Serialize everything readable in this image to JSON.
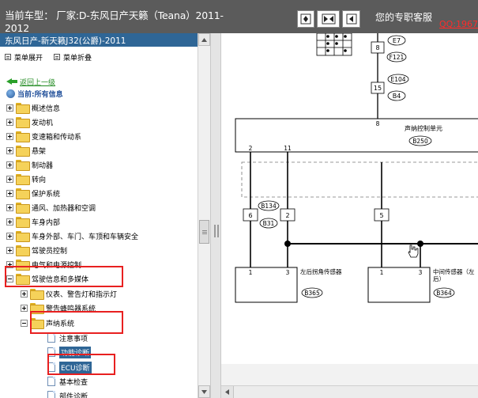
{
  "header": {
    "title": "当前车型：  厂家:D-东风日产天籁（Teana）2011-2012",
    "service": "您的专职客服",
    "qq": "QQ:1967"
  },
  "sidebar": {
    "title": "东风日产-新天籁J32(公爵)-2011",
    "expand_all": "菜单展开",
    "collapse_all": "菜单折叠",
    "back": "返回上一级",
    "current": "当前:所有信息",
    "items": [
      {
        "label": "概述信息"
      },
      {
        "label": "发动机"
      },
      {
        "label": "变速箱和传动系"
      },
      {
        "label": "悬架"
      },
      {
        "label": "制动器"
      },
      {
        "label": "转向"
      },
      {
        "label": "保护系统"
      },
      {
        "label": "通风、加热器和空调"
      },
      {
        "label": "车身内部"
      },
      {
        "label": "车身外部、车门、车顶和车辆安全"
      },
      {
        "label": "驾驶员控制"
      },
      {
        "label": "电气和电源控制"
      },
      {
        "label": "驾驶信息和多媒体"
      }
    ],
    "sub_items": [
      {
        "label": "仪表、警告灯和指示灯"
      },
      {
        "label": "警告蜂鸣器系统"
      },
      {
        "label": "声纳系统"
      }
    ],
    "leaf_items": [
      {
        "label": "注意事项"
      },
      {
        "label": "功能诊断"
      },
      {
        "label": "ECU诊断"
      },
      {
        "label": "基本检查"
      },
      {
        "label": "部件诊断"
      }
    ]
  },
  "diagram": {
    "connectors": [
      "E7",
      "F121",
      "E104",
      "B4",
      "B250",
      "B134",
      "B31",
      "B365",
      "B364"
    ],
    "pins": [
      "8",
      "15",
      "8",
      "2",
      "11",
      "6",
      "2",
      "5",
      "1",
      "3",
      "1",
      "3"
    ],
    "control_unit": "声纳控制单元",
    "sensor_left": "左后拐角传感器",
    "sensor_mid": "中间传感器（左后）"
  }
}
